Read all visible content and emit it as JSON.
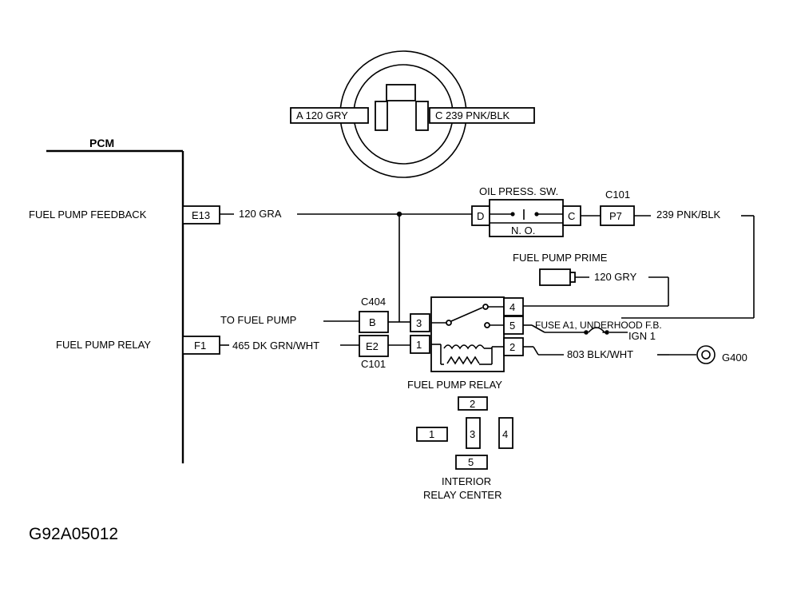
{
  "connector_view": {
    "pin_a_label": "A 120 GRY",
    "pin_c_label": "C 239 PNK/BLK"
  },
  "pcm": {
    "title": "PCM",
    "fuel_pump_feedback": "FUEL PUMP FEEDBACK",
    "fuel_pump_relay": "FUEL PUMP RELAY",
    "pin_e13": "E13",
    "pin_f1": "F1"
  },
  "wires": {
    "w120_gra": "120 GRA",
    "w465": "465 DK GRN/WHT",
    "w239": "239 PNK/BLK",
    "w120_gry": "120 GRY",
    "w803": "803 BLK/WHT",
    "to_fuel_pump": "TO FUEL PUMP"
  },
  "oil_switch": {
    "title": "OIL PRESS. SW.",
    "pin_d": "D",
    "pin_c": "C",
    "state": "N. O."
  },
  "connectors": {
    "c101_top": "C101",
    "p7": "P7",
    "c404": "C404",
    "b": "B",
    "e2": "E2",
    "c101_bottom": "C101"
  },
  "prime": {
    "label": "FUEL PUMP PRIME"
  },
  "relay": {
    "title": "FUEL PUMP RELAY",
    "pin3": "3",
    "pin1": "1",
    "pin4": "4",
    "pin5": "5",
    "pin2": "2"
  },
  "fuse": {
    "label": "FUSE A1, UNDERHOOD F.B.",
    "ign": "IGN 1"
  },
  "ground": {
    "label": "G400"
  },
  "relay_center": {
    "pin2": "2",
    "pin1": "1",
    "pin3": "3",
    "pin4": "4",
    "pin5": "5",
    "title_line1": "INTERIOR",
    "title_line2": "RELAY CENTER"
  },
  "figure_id": "G92A05012"
}
